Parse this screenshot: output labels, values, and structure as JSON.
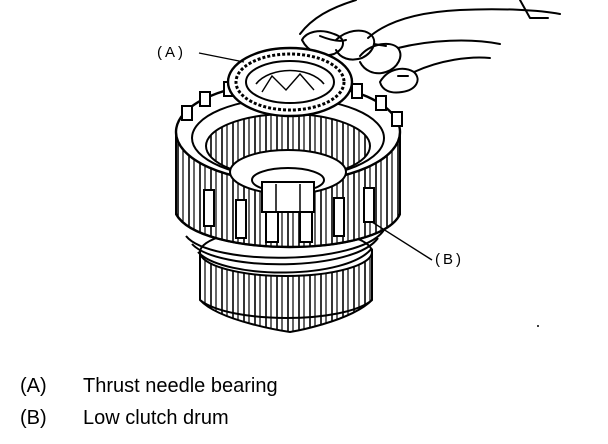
{
  "callouts": {
    "a": "(A)",
    "b": "(B)"
  },
  "legend": [
    {
      "key": "(A)",
      "text": "Thrust needle bearing"
    },
    {
      "key": "(B)",
      "text": "Low clutch drum"
    }
  ],
  "colors": {
    "ink": "#000000",
    "paper": "#ffffff"
  }
}
